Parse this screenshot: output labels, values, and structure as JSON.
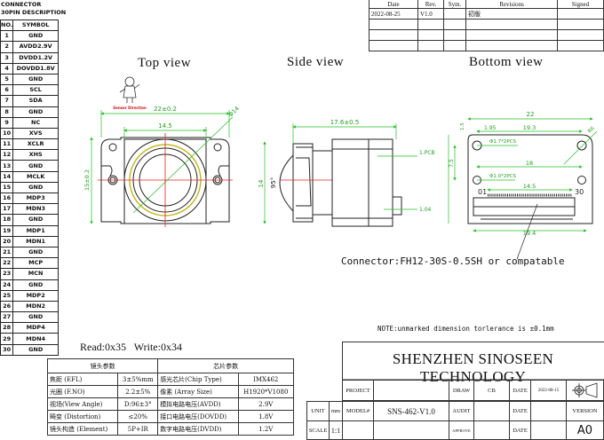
{
  "connector": {
    "title_line1": "CONNECTOR",
    "title_line2": "30PIN DESCRIPTION",
    "headers": [
      "NO.",
      "SYMBOL"
    ],
    "pins": [
      [
        "1",
        "GND"
      ],
      [
        "2",
        "AVDD2.9V"
      ],
      [
        "3",
        "DVDD1.2V"
      ],
      [
        "4",
        "DOVDD1.8V"
      ],
      [
        "5",
        "GND"
      ],
      [
        "6",
        "SCL"
      ],
      [
        "7",
        "SDA"
      ],
      [
        "8",
        "GND"
      ],
      [
        "9",
        "NC"
      ],
      [
        "10",
        "XVS"
      ],
      [
        "11",
        "XCLR"
      ],
      [
        "12",
        "XHS"
      ],
      [
        "13",
        "GND"
      ],
      [
        "14",
        "MCLK"
      ],
      [
        "15",
        "GND"
      ],
      [
        "16",
        "MDP3"
      ],
      [
        "17",
        "MDN3"
      ],
      [
        "18",
        "GND"
      ],
      [
        "19",
        "MDP1"
      ],
      [
        "20",
        "MDN1"
      ],
      [
        "21",
        "GND"
      ],
      [
        "22",
        "MCP"
      ],
      [
        "23",
        "MCN"
      ],
      [
        "24",
        "GND"
      ],
      [
        "25",
        "MDP2"
      ],
      [
        "26",
        "MDN2"
      ],
      [
        "27",
        "GND"
      ],
      [
        "28",
        "MDP4"
      ],
      [
        "29",
        "MDN4"
      ],
      [
        "30",
        "GND"
      ]
    ]
  },
  "revisions": {
    "headers": [
      "Date",
      "Rev.",
      "Sym.",
      "Revisions",
      "Signed"
    ],
    "rows": [
      [
        "2022-08-25",
        "V1.0",
        "",
        "初版",
        ""
      ],
      [
        "",
        "",
        "",
        "",
        ""
      ],
      [
        "",
        "",
        "",
        "",
        ""
      ],
      [
        "",
        "",
        "",
        "",
        ""
      ]
    ]
  },
  "views": {
    "top": "Top view",
    "side": "Side view",
    "bottom": "Bottom view"
  },
  "top_view": {
    "mascot_caption": "Sensor Direction",
    "dim_width": "22±0.2",
    "dim_inner": "14.5",
    "dim_height": "15±0.2",
    "dim_diameter": "Φ14"
  },
  "side_view": {
    "dim_length": "17.6±0.5",
    "dim_height": "14",
    "angle": "95°",
    "dim_pcb": "1.PCB",
    "dim_connector": "1.04"
  },
  "bottom_view": {
    "dim_width": "22",
    "dim_hole_span_top": "19.3",
    "dim_offset": "1.95",
    "dim_edge": "1.5",
    "hole_top": "Φ1.7*2PCS",
    "dim_vertical": "7.5",
    "dim_hole_span_bottom": "18",
    "hole_bottom": "Φ1.0*2PCS",
    "dim_pins": "14.5",
    "pin_first": "01",
    "pin_last": "30",
    "dim_connector": "19.4",
    "dim_radius": "R6"
  },
  "connector_label": "Connector:FH12-30S-0.5SH or compatable",
  "note": "NOTE:unmarked dimension torlerance is ±0.1mm",
  "i2c": "Read:0x35   Write:0x34",
  "params": {
    "lens_header": "镜头参数",
    "chip_header": "芯片参数",
    "rows": [
      [
        "焦距 (EFL)",
        "3±5%mm",
        "感光芯片(Chip Type)",
        "IMX462"
      ],
      [
        "光圈 (F.NO)",
        "2.2±5%",
        "像素 (Array Size)",
        "H1920*V1080"
      ],
      [
        "视场(View Angle)",
        "D:96±3°",
        "模拟电路电压(AVDD)",
        "2.9V"
      ],
      [
        "畸变 (Distortion)",
        "≤20%",
        "接口电路电压(DOVDD)",
        "1.8V"
      ],
      [
        "镜头构造 (Element)",
        "5P+IR",
        "数字电路电压(DVDD)",
        "1.2V"
      ]
    ]
  },
  "title_block": {
    "company": "SHENZHEN SINOSEEN TECHNOLOGY",
    "project_label": "PROJECT",
    "project_value": "",
    "draw_label": "DRAW",
    "draw_value": "CB",
    "date_label": "DATE",
    "draw_date": "2022-08-15",
    "model_label": "MODEL#",
    "model_value": "SNS-462-V1.0",
    "audit_label": "AUDIT",
    "version_label": "VERSION",
    "approve_label": "APPROVE",
    "version_value": "A0",
    "unit_label": "UNIT",
    "unit_value": "mm",
    "scale_label": "SCALE",
    "scale_value": "1:1"
  },
  "colors": {
    "dimension": "#22c022",
    "centerline": "#e02020",
    "lens_ring": "#c8b820",
    "line": "#222222"
  }
}
